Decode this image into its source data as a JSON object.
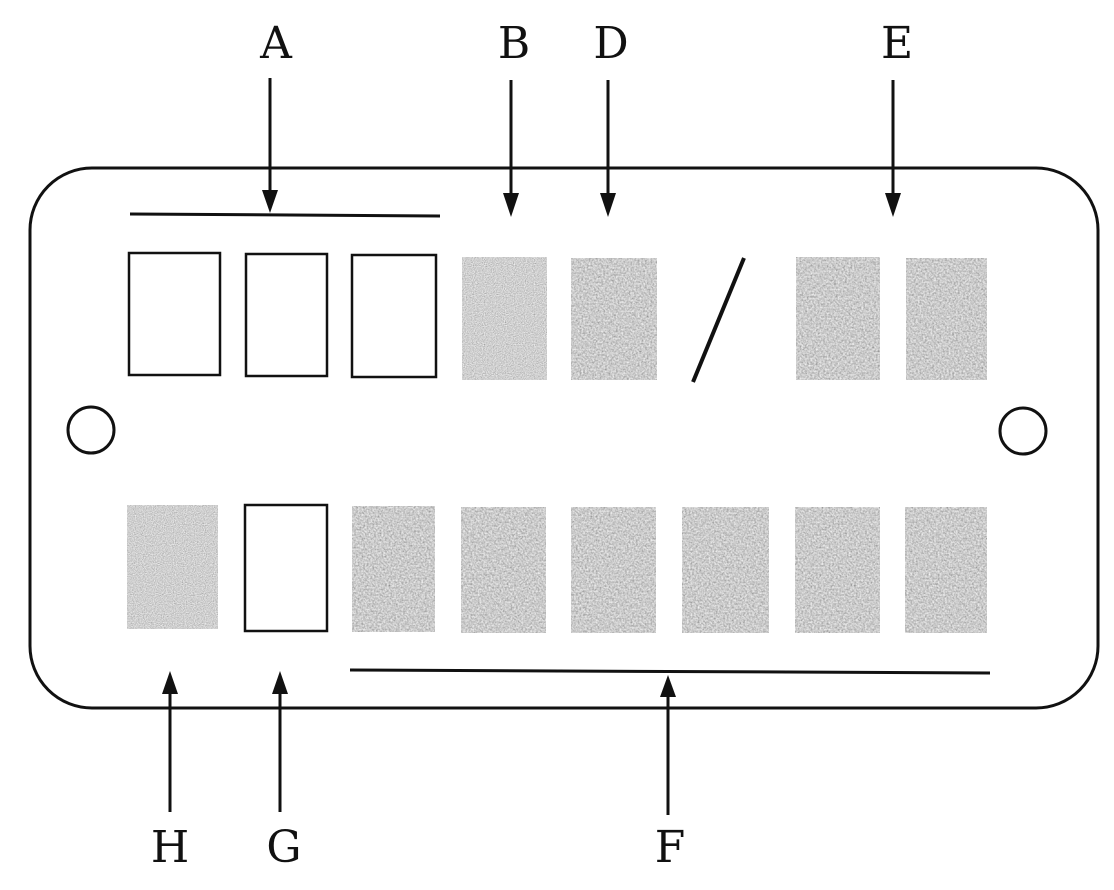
{
  "labels": {
    "A": "A",
    "B": "B",
    "D": "D",
    "E": "E",
    "F": "F",
    "G": "G",
    "H": "H"
  },
  "top_row": [
    "empty",
    "empty",
    "empty",
    "shaded-solid",
    "shaded-speckled",
    "slash",
    "shaded-speckled",
    "shaded-speckled"
  ],
  "bottom_row": [
    "shaded-speckled",
    "empty",
    "shaded-speckled",
    "shaded-speckled",
    "shaded-speckled",
    "shaded-speckled",
    "shaded-speckled",
    "shaded-speckled"
  ],
  "colors": {
    "ink": "#111111",
    "shade_dark": "#3a3a3a",
    "background": "#ffffff"
  }
}
